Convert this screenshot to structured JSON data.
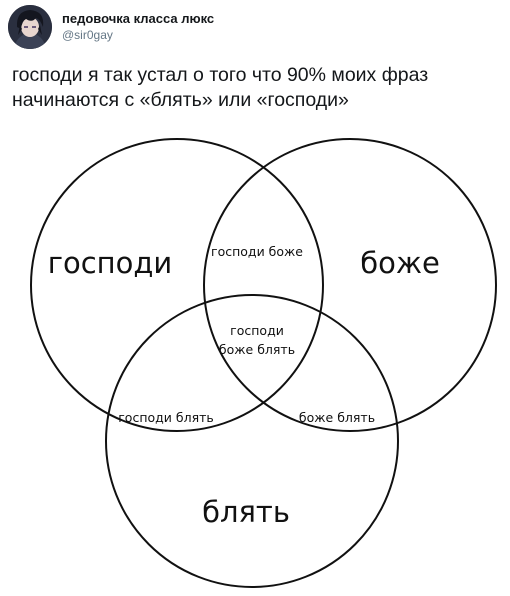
{
  "tweet": {
    "display_name": "педовочка класса люкс",
    "handle": "@sir0gay",
    "avatar": "anime-avatar",
    "text_line1": "господи я так устал о того что 90% моих фраз",
    "text_line2": "начинаются с «блять» или «господи»"
  },
  "venn": {
    "circle_left": "господи",
    "circle_right": "боже",
    "circle_bottom": "блять",
    "left_right": "господи боже",
    "left_bottom": "господи блять",
    "right_bottom": "боже блять",
    "center_line1": "господи",
    "center_line2": "боже блять"
  }
}
